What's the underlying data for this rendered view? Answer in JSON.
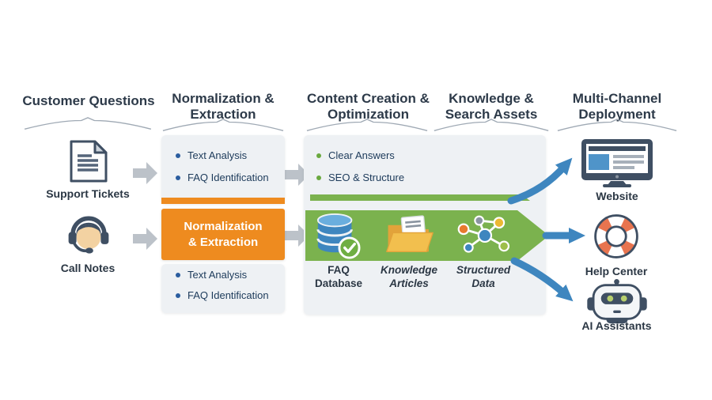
{
  "diagram_title": "Customer questions to multi-channel deployment pipeline",
  "columns": {
    "customer_questions": {
      "title": "Customer Questions",
      "sources": [
        {
          "label": "Support Tickets",
          "icon": "document-icon"
        },
        {
          "label": "Call Notes",
          "icon": "headset-agent-icon"
        }
      ]
    },
    "normalization": {
      "title": "Normalization &\nExtraction",
      "top_bullets": [
        "Text Analysis",
        "FAQ Identification"
      ],
      "box_label": "Normalization\n& Extraction",
      "bottom_bullets": [
        "Text Analysis",
        "FAQ Identification"
      ]
    },
    "content_creation": {
      "title": "Content Creation &\nOptimization",
      "bullets": [
        "Clear Answers",
        "SEO & Structure"
      ]
    },
    "knowledge_assets": {
      "title": "Knowledge &\nSearch Assets",
      "assets": [
        {
          "label": "FAQ\nDatabase",
          "icon": "database-check-icon"
        },
        {
          "label": "Knowledge\nArticles",
          "icon": "folder-document-icon"
        },
        {
          "label": "Structured\nData",
          "icon": "network-graph-icon"
        }
      ]
    },
    "deployment": {
      "title": "Multi-Channel\nDeployment",
      "channels": [
        {
          "label": "Website",
          "icon": "monitor-icon"
        },
        {
          "label": "Help Center",
          "icon": "lifebuoy-icon"
        },
        {
          "label": "AI Assistants",
          "icon": "robot-icon"
        }
      ]
    }
  },
  "colors": {
    "accent_orange": "#ee8b1f",
    "accent_green": "#7bb24e",
    "accent_blue": "#3e86bf",
    "panel_bg": "#eef1f4",
    "heading_text": "#2d3a49",
    "bullet_text": "#1c3a5a",
    "gray_arrow": "#bcc2c9"
  }
}
